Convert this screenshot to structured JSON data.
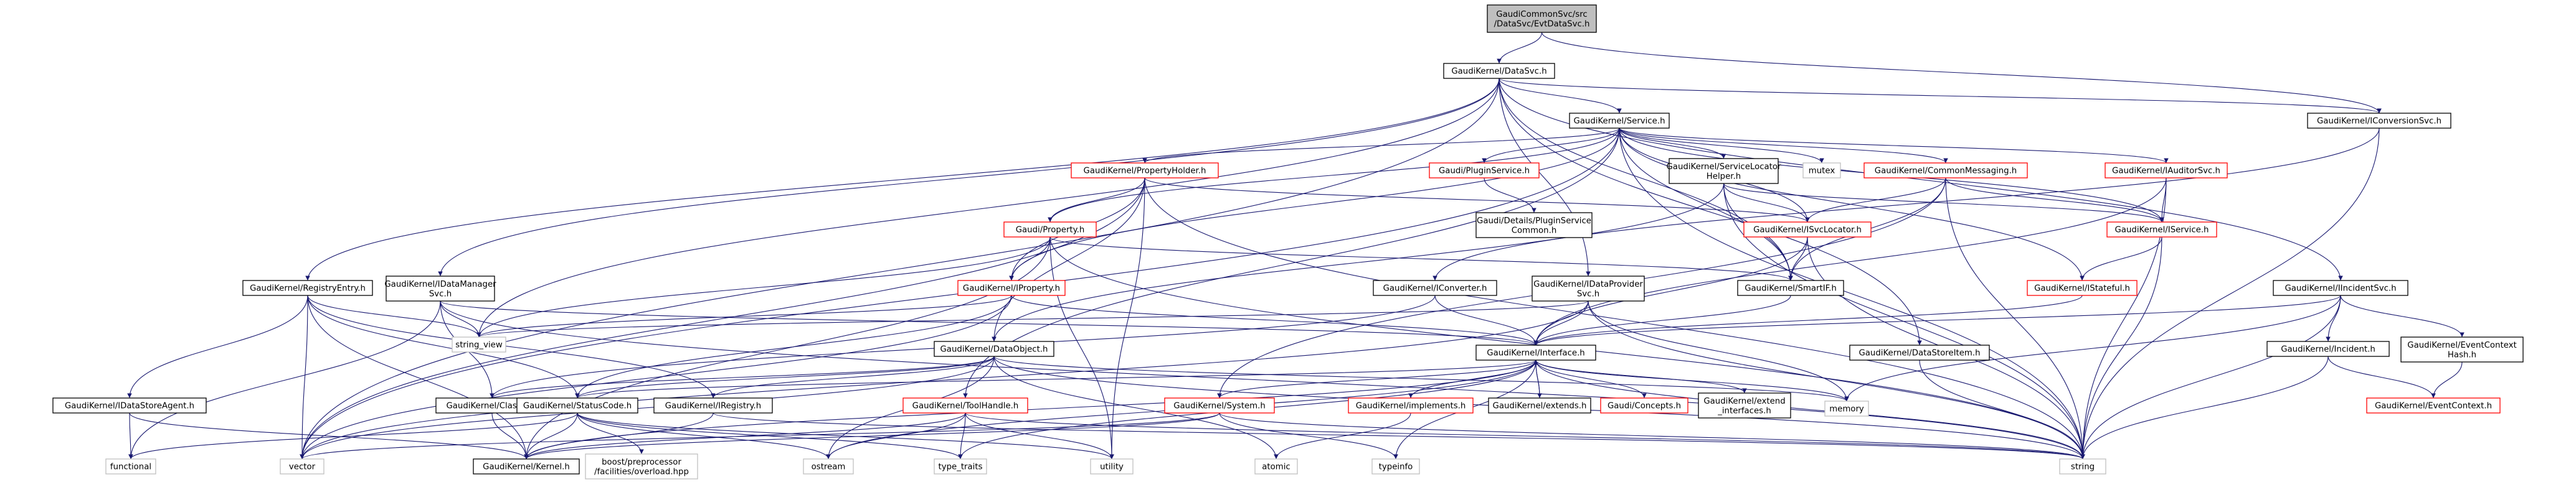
{
  "colors": {
    "edge": "#191970",
    "node_border": "#000000",
    "node_fill": "#ffffff",
    "missing_border": "#bfbfbf",
    "red_border": "#ff0000",
    "root_fill": "#bfbfbf",
    "text": "#000000"
  },
  "nodes": [
    {
      "id": "root",
      "lines": [
        "GaudiCommonSvc/src",
        "/DataSvc/EvtDataSvc.h"
      ],
      "kind": "root"
    },
    {
      "id": "datasvc",
      "lines": [
        "GaudiKernel/DataSvc.h"
      ],
      "kind": "normal"
    },
    {
      "id": "service",
      "lines": [
        "GaudiKernel/Service.h"
      ],
      "kind": "normal"
    },
    {
      "id": "iconversionsvc",
      "lines": [
        "GaudiKernel/IConversionSvc.h"
      ],
      "kind": "normal"
    },
    {
      "id": "propertyholder",
      "lines": [
        "GaudiKernel/PropertyHolder.h"
      ],
      "kind": "red"
    },
    {
      "id": "ipluginservice",
      "lines": [
        "Gaudi/PluginService.h"
      ],
      "kind": "red"
    },
    {
      "id": "servicelocatorhelper",
      "lines": [
        "GaudiKernel/ServiceLocator",
        "Helper.h"
      ],
      "kind": "normal"
    },
    {
      "id": "mutex",
      "lines": [
        "mutex"
      ],
      "kind": "missing"
    },
    {
      "id": "commonmessaging",
      "lines": [
        "GaudiKernel/CommonMessaging.h"
      ],
      "kind": "red"
    },
    {
      "id": "iauditorsvc",
      "lines": [
        "GaudiKernel/IAuditorSvc.h"
      ],
      "kind": "red"
    },
    {
      "id": "pluginservicecommon",
      "lines": [
        "Gaudi/Details/PluginService",
        "Common.h"
      ],
      "kind": "normal"
    },
    {
      "id": "property",
      "lines": [
        "Gaudi/Property.h"
      ],
      "kind": "red"
    },
    {
      "id": "isvclocator",
      "lines": [
        "GaudiKernel/ISvcLocator.h"
      ],
      "kind": "red"
    },
    {
      "id": "iservice",
      "lines": [
        "GaudiKernel/IService.h"
      ],
      "kind": "red"
    },
    {
      "id": "iproperty",
      "lines": [
        "GaudiKernel/IProperty.h"
      ],
      "kind": "red"
    },
    {
      "id": "smartif",
      "lines": [
        "GaudiKernel/SmartIF.h"
      ],
      "kind": "normal"
    },
    {
      "id": "istateful",
      "lines": [
        "GaudiKernel/IStateful.h"
      ],
      "kind": "red"
    },
    {
      "id": "iincidentsvc",
      "lines": [
        "GaudiKernel/IIncidentSvc.h"
      ],
      "kind": "normal"
    },
    {
      "id": "registryentry",
      "lines": [
        "GaudiKernel/RegistryEntry.h"
      ],
      "kind": "normal"
    },
    {
      "id": "idatamanagersvc",
      "lines": [
        "GaudiKernel/IDataManager",
        "Svc.h"
      ],
      "kind": "normal"
    },
    {
      "id": "iconverter",
      "lines": [
        "GaudiKernel/IConverter.h"
      ],
      "kind": "normal"
    },
    {
      "id": "idataprovidersvc",
      "lines": [
        "GaudiKernel/IDataProvider",
        "Svc.h"
      ],
      "kind": "normal"
    },
    {
      "id": "interface",
      "lines": [
        "GaudiKernel/Interface.h"
      ],
      "kind": "normal"
    },
    {
      "id": "datastoreitem",
      "lines": [
        "GaudiKernel/DataStoreItem.h"
      ],
      "kind": "normal"
    },
    {
      "id": "string_view",
      "lines": [
        "string_view"
      ],
      "kind": "missing"
    },
    {
      "id": "dataobject",
      "lines": [
        "GaudiKernel/DataObject.h"
      ],
      "kind": "normal"
    },
    {
      "id": "incident",
      "lines": [
        "GaudiKernel/Incident.h"
      ],
      "kind": "normal"
    },
    {
      "id": "eventcontexthash",
      "lines": [
        "GaudiKernel/EventContext",
        "Hash.h"
      ],
      "kind": "normal"
    },
    {
      "id": "idatastoreagent",
      "lines": [
        "GaudiKernel/IDataStoreAgent.h"
      ],
      "kind": "normal"
    },
    {
      "id": "classid",
      "lines": [
        "GaudiKernel/ClassID.h"
      ],
      "kind": "normal"
    },
    {
      "id": "statuscode",
      "lines": [
        "GaudiKernel/StatusCode.h"
      ],
      "kind": "normal"
    },
    {
      "id": "iregistry",
      "lines": [
        "GaudiKernel/IRegistry.h"
      ],
      "kind": "normal"
    },
    {
      "id": "toolhandle",
      "lines": [
        "GaudiKernel/ToolHandle.h"
      ],
      "kind": "red"
    },
    {
      "id": "system",
      "lines": [
        "GaudiKernel/System.h"
      ],
      "kind": "red"
    },
    {
      "id": "implements",
      "lines": [
        "GaudiKernel/implements.h"
      ],
      "kind": "red"
    },
    {
      "id": "extends",
      "lines": [
        "GaudiKernel/extends.h"
      ],
      "kind": "normal"
    },
    {
      "id": "gaudiconcepts",
      "lines": [
        "Gaudi/Concepts.h"
      ],
      "kind": "red"
    },
    {
      "id": "extend_interfaces",
      "lines": [
        "GaudiKernel/extend",
        "_interfaces.h"
      ],
      "kind": "normal"
    },
    {
      "id": "memory",
      "lines": [
        "memory"
      ],
      "kind": "missing"
    },
    {
      "id": "eventcontext",
      "lines": [
        "GaudiKernel/EventContext.h"
      ],
      "kind": "red"
    },
    {
      "id": "functional",
      "lines": [
        "functional"
      ],
      "kind": "missing"
    },
    {
      "id": "vector",
      "lines": [
        "vector"
      ],
      "kind": "missing"
    },
    {
      "id": "kernel",
      "lines": [
        "GaudiKernel/Kernel.h"
      ],
      "kind": "normal"
    },
    {
      "id": "boostoverload",
      "lines": [
        "boost/preprocessor",
        "/facilities/overload.hpp"
      ],
      "kind": "missing"
    },
    {
      "id": "ostream",
      "lines": [
        "ostream"
      ],
      "kind": "missing"
    },
    {
      "id": "type_traits",
      "lines": [
        "type_traits"
      ],
      "kind": "missing"
    },
    {
      "id": "utility",
      "lines": [
        "utility"
      ],
      "kind": "missing"
    },
    {
      "id": "atomic",
      "lines": [
        "atomic"
      ],
      "kind": "missing"
    },
    {
      "id": "typeinfo",
      "lines": [
        "typeinfo"
      ],
      "kind": "missing"
    },
    {
      "id": "string",
      "lines": [
        "string"
      ],
      "kind": "missing"
    }
  ],
  "edges": [
    [
      "root",
      "datasvc"
    ],
    [
      "root",
      "iconversionsvc"
    ],
    [
      "datasvc",
      "service"
    ],
    [
      "datasvc",
      "iconversionsvc"
    ],
    [
      "datasvc",
      "iincidentsvc"
    ],
    [
      "datasvc",
      "registryentry"
    ],
    [
      "datasvc",
      "idatamanagersvc"
    ],
    [
      "datasvc",
      "idataprovidersvc"
    ],
    [
      "datasvc",
      "datastoreitem"
    ],
    [
      "datasvc",
      "string_view"
    ],
    [
      "datasvc",
      "vector"
    ],
    [
      "datasvc",
      "smartif"
    ],
    [
      "service",
      "propertyholder"
    ],
    [
      "service",
      "ipluginservice"
    ],
    [
      "service",
      "servicelocatorhelper"
    ],
    [
      "service",
      "mutex"
    ],
    [
      "service",
      "commonmessaging"
    ],
    [
      "service",
      "iauditorsvc"
    ],
    [
      "service",
      "property"
    ],
    [
      "service",
      "isvclocator"
    ],
    [
      "service",
      "iservice"
    ],
    [
      "service",
      "iproperty"
    ],
    [
      "service",
      "smartif"
    ],
    [
      "service",
      "istateful"
    ],
    [
      "service",
      "toolhandle"
    ],
    [
      "service",
      "string"
    ],
    [
      "service",
      "vector"
    ],
    [
      "iconversionsvc",
      "iconverter"
    ],
    [
      "iconversionsvc",
      "string"
    ],
    [
      "propertyholder",
      "property"
    ],
    [
      "propertyholder",
      "iproperty"
    ],
    [
      "propertyholder",
      "isvclocator"
    ],
    [
      "propertyholder",
      "dataobject"
    ],
    [
      "propertyholder",
      "vector"
    ],
    [
      "propertyholder",
      "utility"
    ],
    [
      "propertyholder",
      "string"
    ],
    [
      "ipluginservice",
      "pluginservicecommon"
    ],
    [
      "servicelocatorhelper",
      "isvclocator"
    ],
    [
      "servicelocatorhelper",
      "smartif"
    ],
    [
      "servicelocatorhelper",
      "iservice"
    ],
    [
      "servicelocatorhelper",
      "string"
    ],
    [
      "servicelocatorhelper",
      "dataobject"
    ],
    [
      "commonmessaging",
      "isvclocator"
    ],
    [
      "commonmessaging",
      "iservice"
    ],
    [
      "commonmessaging",
      "smartif"
    ],
    [
      "commonmessaging",
      "system"
    ],
    [
      "commonmessaging",
      "string"
    ],
    [
      "iauditorsvc",
      "iservice"
    ],
    [
      "iauditorsvc",
      "interface"
    ],
    [
      "iauditorsvc",
      "string"
    ],
    [
      "property",
      "iproperty"
    ],
    [
      "property",
      "smartif"
    ],
    [
      "property",
      "string_view"
    ],
    [
      "property",
      "kernel"
    ],
    [
      "property",
      "utility"
    ],
    [
      "property",
      "string"
    ],
    [
      "isvclocator",
      "smartif"
    ],
    [
      "isvclocator",
      "interface"
    ],
    [
      "isvclocator",
      "string"
    ],
    [
      "iservice",
      "istateful"
    ],
    [
      "iservice",
      "string"
    ],
    [
      "iproperty",
      "interface"
    ],
    [
      "iproperty",
      "string_view"
    ],
    [
      "iproperty",
      "vector"
    ],
    [
      "iproperty",
      "statuscode"
    ],
    [
      "smartif",
      "interface"
    ],
    [
      "istateful",
      "interface"
    ],
    [
      "iincidentsvc",
      "incident"
    ],
    [
      "iincidentsvc",
      "eventcontexthash"
    ],
    [
      "iincidentsvc",
      "interface"
    ],
    [
      "iincidentsvc",
      "memory"
    ],
    [
      "iincidentsvc",
      "string"
    ],
    [
      "registryentry",
      "idatastoreagent"
    ],
    [
      "registryentry",
      "iregistry"
    ],
    [
      "registryentry",
      "kernel"
    ],
    [
      "registryentry",
      "string_view"
    ],
    [
      "registryentry",
      "vector"
    ],
    [
      "registryentry",
      "statuscode"
    ],
    [
      "idatamanagersvc",
      "interface"
    ],
    [
      "idatamanagersvc",
      "classid"
    ],
    [
      "idatamanagersvc",
      "string_view"
    ],
    [
      "idatamanagersvc",
      "string"
    ],
    [
      "idatamanagersvc",
      "functional"
    ],
    [
      "iconverter",
      "interface"
    ],
    [
      "iconverter",
      "classid"
    ],
    [
      "idataprovidersvc",
      "interface"
    ],
    [
      "idataprovidersvc",
      "string_view"
    ],
    [
      "idataprovidersvc",
      "vector"
    ],
    [
      "idataprovidersvc",
      "string"
    ],
    [
      "idataprovidersvc",
      "memory"
    ],
    [
      "interface",
      "extends"
    ],
    [
      "interface",
      "implements"
    ],
    [
      "interface",
      "gaudiconcepts"
    ],
    [
      "interface",
      "extend_interfaces"
    ],
    [
      "interface",
      "system"
    ],
    [
      "interface",
      "statuscode"
    ],
    [
      "interface",
      "kernel"
    ],
    [
      "interface",
      "ostream"
    ],
    [
      "interface",
      "type_traits"
    ],
    [
      "interface",
      "typeinfo"
    ],
    [
      "interface",
      "string"
    ],
    [
      "interface",
      "memory"
    ],
    [
      "extends",
      "interface"
    ],
    [
      "implements",
      "atomic"
    ],
    [
      "implements",
      "interface"
    ],
    [
      "datastoreitem",
      "string"
    ],
    [
      "dataobject",
      "classid"
    ],
    [
      "dataobject",
      "statuscode"
    ],
    [
      "dataobject",
      "iregistry"
    ],
    [
      "dataobject",
      "atomic"
    ],
    [
      "dataobject",
      "memory"
    ],
    [
      "dataobject",
      "ostream"
    ],
    [
      "dataobject",
      "string"
    ],
    [
      "dataobject",
      "vector"
    ],
    [
      "incident",
      "eventcontext"
    ],
    [
      "incident",
      "string"
    ],
    [
      "eventcontexthash",
      "eventcontext"
    ],
    [
      "idatastoreagent",
      "kernel"
    ],
    [
      "idatastoreagent",
      "functional"
    ],
    [
      "classid",
      "kernel"
    ],
    [
      "statuscode",
      "kernel"
    ],
    [
      "statuscode",
      "boostoverload"
    ],
    [
      "statuscode",
      "ostream"
    ],
    [
      "statuscode",
      "type_traits"
    ],
    [
      "statuscode",
      "utility"
    ],
    [
      "statuscode",
      "functional"
    ],
    [
      "iregistry",
      "kernel"
    ],
    [
      "iregistry",
      "string"
    ],
    [
      "toolhandle",
      "kernel"
    ],
    [
      "toolhandle",
      "ostream"
    ],
    [
      "toolhandle",
      "type_traits"
    ],
    [
      "toolhandle",
      "utility"
    ],
    [
      "toolhandle",
      "string"
    ],
    [
      "system",
      "kernel"
    ],
    [
      "system",
      "string"
    ],
    [
      "system",
      "vector"
    ],
    [
      "system",
      "typeinfo"
    ]
  ]
}
